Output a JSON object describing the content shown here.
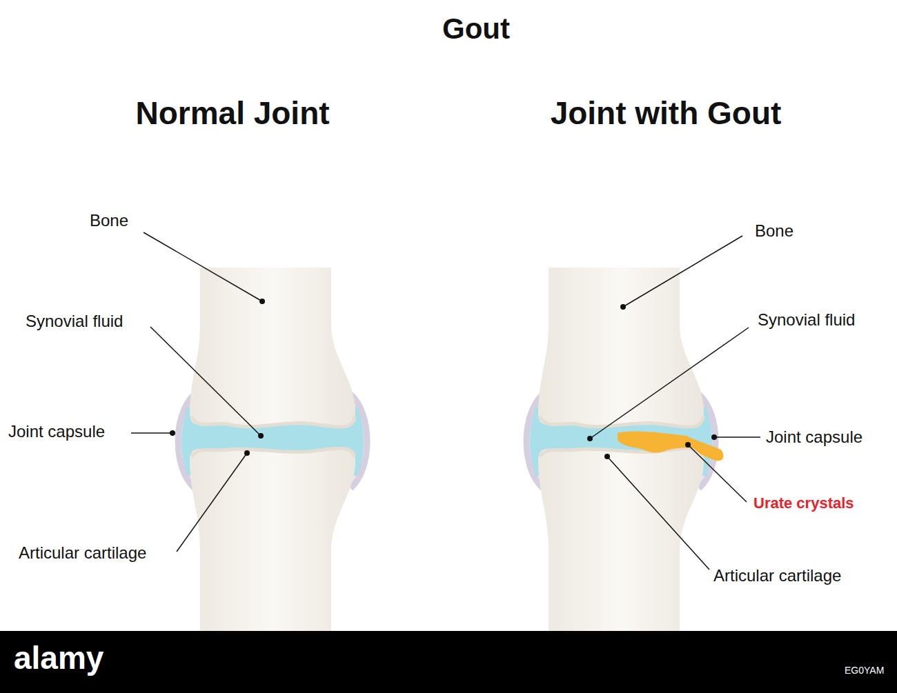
{
  "diagram": {
    "title": "Gout",
    "labels": [
      "Normal Joint",
      "Joint with Gout",
      "Bone",
      "Synovial fluid",
      "Joint capsule",
      "Articular cartilage",
      "Bone",
      "Synovial fluid",
      "Joint capsule",
      "Urate crystals",
      "Articular cartilage",
      "alamy",
      "EG0YAM"
    ]
  }
}
